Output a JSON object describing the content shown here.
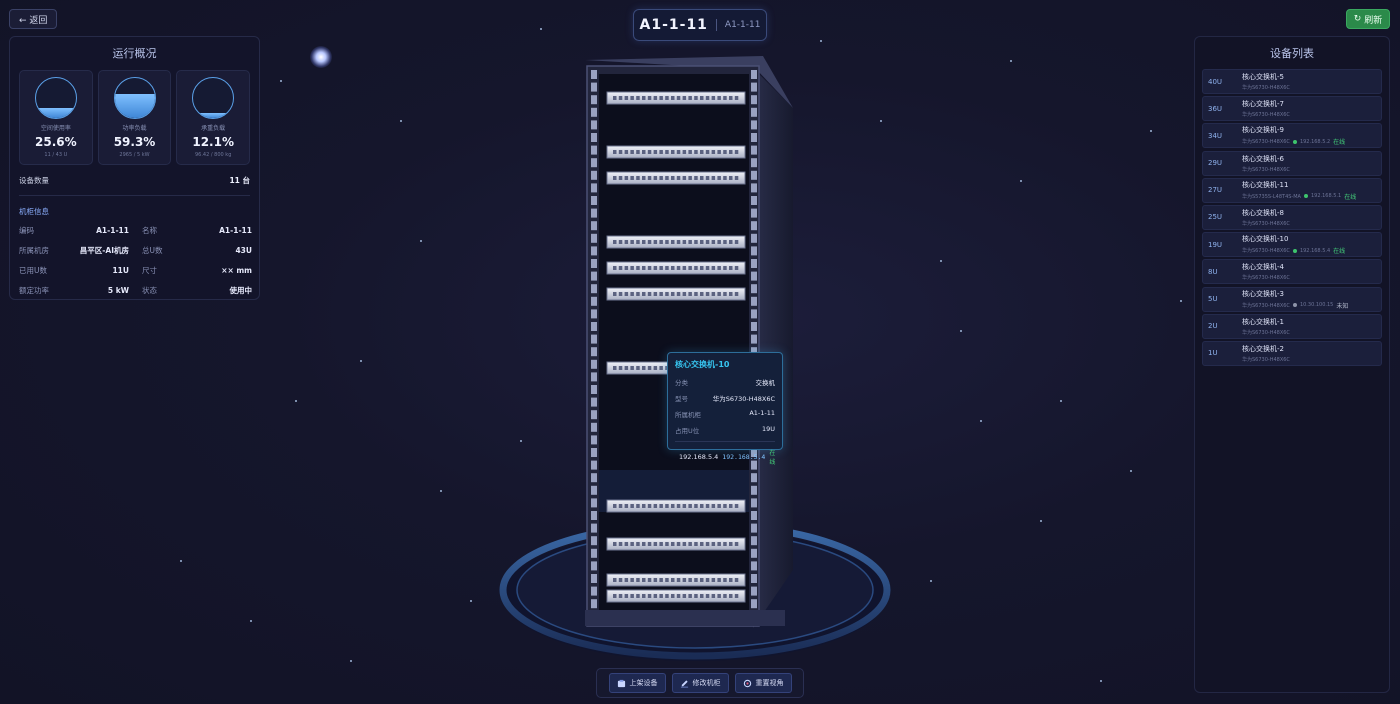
{
  "header": {
    "back_label": "← 返回",
    "title": "A1-1-11",
    "subtitle": "A1-1-11",
    "refresh_label": "刷新"
  },
  "overview": {
    "title": "运行概况",
    "gauges": [
      {
        "label": "空间使用率",
        "value": "25.6%",
        "sub": "11 / 43 U",
        "fill": 0.256
      },
      {
        "label": "功率负载",
        "value": "59.3%",
        "sub": "2965 / 5 kW",
        "fill": 0.593
      },
      {
        "label": "承重负载",
        "value": "12.1%",
        "sub": "96.42 / 800 kg",
        "fill": 0.121
      }
    ],
    "device_count_label": "设备数量",
    "device_count_value": "11 台",
    "cabinet_section": "机柜信息",
    "info": [
      {
        "k": "编码",
        "v": "A1-1-11"
      },
      {
        "k": "名称",
        "v": "A1-1-11"
      },
      {
        "k": "所属机房",
        "v": "昌平区-AI机房"
      },
      {
        "k": "总U数",
        "v": "43U"
      },
      {
        "k": "已用U数",
        "v": "11U"
      },
      {
        "k": "尺寸",
        "v": "×× mm"
      },
      {
        "k": "额定功率",
        "v": "5 kW"
      },
      {
        "k": "状态",
        "v": "使用中"
      }
    ]
  },
  "device_list": {
    "title": "设备列表",
    "items": [
      {
        "pos": "40U",
        "name": "核心交换机-5",
        "model": "华为S6730-H48X6C",
        "ip": "",
        "state": "",
        "state_type": "none"
      },
      {
        "pos": "36U",
        "name": "核心交换机-7",
        "model": "华为S6730-H48X6C",
        "ip": "",
        "state": "",
        "state_type": "none"
      },
      {
        "pos": "34U",
        "name": "核心交换机-9",
        "model": "华为S6730-H48X6C",
        "ip": "192.168.5.2",
        "state": "在线",
        "state_type": "on"
      },
      {
        "pos": "29U",
        "name": "核心交换机-6",
        "model": "华为S6730-H48X6C",
        "ip": "",
        "state": "",
        "state_type": "none"
      },
      {
        "pos": "27U",
        "name": "核心交换机-11",
        "model": "华为S5735S-L48T4S-MA",
        "ip": "192.168.5.1",
        "state": "在线",
        "state_type": "on"
      },
      {
        "pos": "25U",
        "name": "核心交换机-8",
        "model": "华为S6730-H48X6C",
        "ip": "",
        "state": "",
        "state_type": "none"
      },
      {
        "pos": "19U",
        "name": "核心交换机-10",
        "model": "华为S6730-H48X6C",
        "ip": "192.168.5.4",
        "state": "在线",
        "state_type": "on"
      },
      {
        "pos": "8U",
        "name": "核心交换机-4",
        "model": "华为S6730-H48X6C",
        "ip": "",
        "state": "",
        "state_type": "none"
      },
      {
        "pos": "5U",
        "name": "核心交换机-3",
        "model": "华为S6730-H48X6C",
        "ip": "10.30.100.15",
        "state": "未知",
        "state_type": "off"
      },
      {
        "pos": "2U",
        "name": "核心交换机-1",
        "model": "华为S6730-H48X6C",
        "ip": "",
        "state": "",
        "state_type": "none"
      },
      {
        "pos": "1U",
        "name": "核心交换机-2",
        "model": "华为S6730-H48X6C",
        "ip": "",
        "state": "",
        "state_type": "none"
      }
    ]
  },
  "tooltip": {
    "title": "核心交换机-10",
    "rows": [
      {
        "k": "分类",
        "v": "交换机"
      },
      {
        "k": "型号",
        "v": "华为S6730-H48X6C"
      },
      {
        "k": "所属机柜",
        "v": "A1-1-11"
      },
      {
        "k": "占用U位",
        "v": "19U"
      }
    ],
    "ip": "192.168.5.4",
    "ip_mono": "192.168.5.4",
    "state": "在线"
  },
  "toolbar": {
    "add_label": "上架设备",
    "edit_label": "修改机柜",
    "reset_label": "重置视角"
  },
  "colors": {
    "accent": "#4ea3ff",
    "online": "#3ec46d",
    "refresh": "#2b8a4a",
    "tooltip_title": "#37c5f0"
  }
}
